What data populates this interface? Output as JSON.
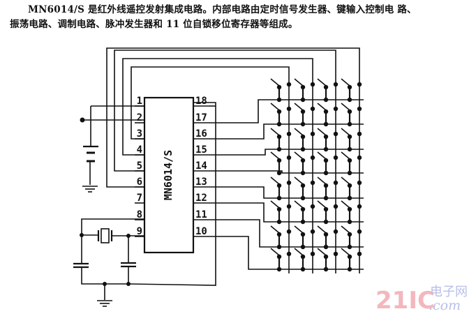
{
  "description": {
    "line1": "MN6014/S 是红外线遥控发射集成电路。内部电路由定时信号发生器、键输入控制电 路、",
    "line2": "振荡电路、调制电路、脉冲发生器和 11 位自锁移位寄存器等组成。"
  },
  "chip": {
    "label": "MN6014/S",
    "left_pins": [
      "1",
      "2",
      "3",
      "4",
      "5",
      "6",
      "7",
      "8",
      "9"
    ],
    "right_pins": [
      "18",
      "17",
      "16",
      "15",
      "14",
      "13",
      "12",
      "11",
      "10"
    ]
  },
  "keypad": {
    "rows": 8,
    "columns": 4,
    "switch_count": 32
  },
  "components": [
    "battery",
    "ground",
    "crystal-resonator",
    "capacitor-left",
    "capacitor-right"
  ],
  "watermark": {
    "brand": "21IC",
    "cn": "电子网",
    "domain": ".com"
  },
  "colors": {
    "ink": "#111111",
    "watermark_red": "#f3b7bd",
    "watermark_blue": "#b9bfe6"
  }
}
